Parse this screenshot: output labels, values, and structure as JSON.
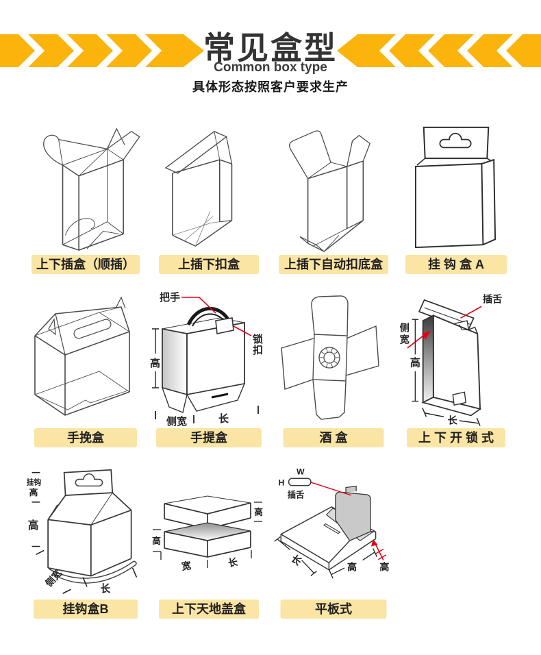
{
  "header": {
    "title": "常见盒型",
    "subtitle": "Common box type",
    "note": "具体形态按照客户要求生产"
  },
  "colors": {
    "accent_yellow": "#FBB40C",
    "badge_yellow": "#FBE5A4",
    "line_dark": "#3C3C3C",
    "annotation_red": "#E60012",
    "title_text": "#333333"
  },
  "items": [
    {
      "label": "上下插盒（顺插）"
    },
    {
      "label": "上插下扣盒"
    },
    {
      "label": "上插下自动扣底盒"
    },
    {
      "label": "挂 钩 盒 A"
    },
    {
      "label": "手挽盒"
    },
    {
      "label": "手提盒",
      "ann": {
        "handle": "把手",
        "lock_1": "锁",
        "lock_2": "扣",
        "height": "高",
        "side_width": "侧宽",
        "length": "长"
      }
    },
    {
      "label": "酒 盒"
    },
    {
      "label": "上 下 开 锁 式",
      "ann": {
        "tongue": "插舌",
        "side_1": "侧",
        "side_2": "宽",
        "height": "高",
        "length": "长"
      }
    },
    {
      "label": "挂钩盒B",
      "ann": {
        "hook": "挂钩",
        "hook_height": "高",
        "height": "高",
        "side_width": "侧宽",
        "length": "长"
      }
    },
    {
      "label": "上下天地盖盒",
      "ann": {
        "lid_height": "高",
        "base_height": "高",
        "width": "宽",
        "length": "长"
      }
    },
    {
      "label": "平板式",
      "ann": {
        "w": "W",
        "h": "H",
        "tongue": "插舌",
        "length": "长",
        "height": "高",
        "height_red": "高"
      }
    }
  ]
}
